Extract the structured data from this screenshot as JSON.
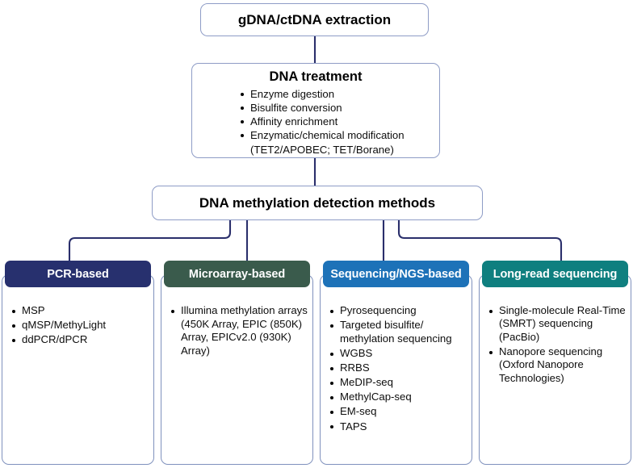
{
  "diagram": {
    "title": "DNA methylation detection methods workflow",
    "colors": {
      "connector": "#2a2f6b",
      "node_border": "#8e9cc6",
      "column_border": "#7f91bd",
      "pcr_header": "#27306e",
      "microarray_header": "#3a5b4c",
      "sequencing_header": "#1d72b8",
      "longread_header": "#0f7f7f",
      "text": "#0d0d0d",
      "header_text": "#ffffff",
      "background": "#ffffff"
    }
  },
  "flow": {
    "extraction": {
      "title": "gDNA/ctDNA extraction"
    },
    "treatment": {
      "title": "DNA treatment",
      "items": [
        "Enzyme digestion",
        "Bisulfite conversion",
        "Affinity enrichment",
        "Enzymatic/chemical modification"
      ],
      "item4_continuation": "(TET2/APOBEC; TET/Borane)"
    },
    "detection": {
      "title": "DNA methylation detection methods"
    }
  },
  "categories": [
    {
      "id": "pcr-based",
      "label": "PCR-based",
      "color": "#27306e",
      "items": [
        "MSP",
        "qMSP/MethyLight",
        "ddPCR/dPCR"
      ]
    },
    {
      "id": "microarray-based",
      "label": "Microarray-based",
      "color": "#3a5b4c",
      "items": [
        "Illumina methylation arrays (450K Array, EPIC (850K) Array, EPICv2.0 (930K) Array)"
      ]
    },
    {
      "id": "sequencing-ngs-based",
      "label": "Sequencing/NGS-based",
      "color": "#1d72b8",
      "items": [
        "Pyrosequencing",
        "Targeted bisulfite/ methylation sequencing",
        "WGBS",
        "RRBS",
        "MeDIP-seq",
        "MethylCap-seq",
        "EM-seq",
        "TAPS"
      ]
    },
    {
      "id": "long-read-sequencing",
      "label": "Long-read sequencing",
      "color": "#0f7f7f",
      "items": [
        "Single-molecule Real-Time (SMRT) sequencing (PacBio)",
        "Nanopore sequencing (Oxford Nanopore Technologies)"
      ]
    }
  ]
}
